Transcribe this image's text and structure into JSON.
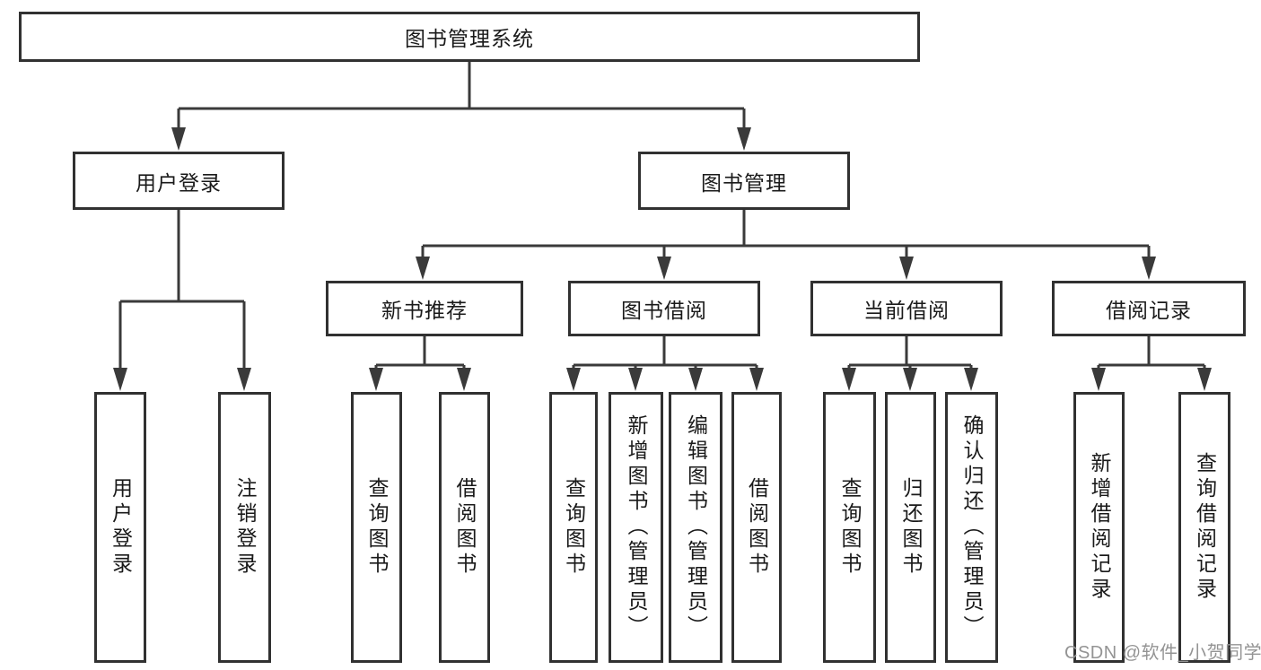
{
  "diagram": {
    "root": {
      "label": "图书管理系统"
    },
    "level2": [
      {
        "label": "用户登录"
      },
      {
        "label": "图书管理"
      }
    ],
    "level3": [
      {
        "label": "新书推荐",
        "parent": "图书管理"
      },
      {
        "label": "图书借阅",
        "parent": "图书管理"
      },
      {
        "label": "当前借阅",
        "parent": "图书管理"
      },
      {
        "label": "借阅记录",
        "parent": "图书管理"
      }
    ],
    "leaves": [
      {
        "label": "用户登录",
        "parent": "用户登录"
      },
      {
        "label": "注销登录",
        "parent": "用户登录"
      },
      {
        "label": "查询图书",
        "parent": "新书推荐"
      },
      {
        "label": "借阅图书",
        "parent": "新书推荐"
      },
      {
        "label": "查询图书",
        "parent": "图书借阅"
      },
      {
        "label": "新增图书（管理员）",
        "parent": "图书借阅"
      },
      {
        "label": "编辑图书（管理员）",
        "parent": "图书借阅"
      },
      {
        "label": "借阅图书",
        "parent": "图书借阅"
      },
      {
        "label": "查询图书",
        "parent": "当前借阅"
      },
      {
        "label": "归还图书",
        "parent": "当前借阅"
      },
      {
        "label": "确认归还（管理员）",
        "parent": "当前借阅"
      },
      {
        "label": "新增借阅记录",
        "parent": "借阅记录"
      },
      {
        "label": "查询借阅记录",
        "parent": "借阅记录"
      }
    ]
  },
  "watermark": {
    "text": "CSDN @软件_小贺同学"
  },
  "colors": {
    "line": "#3a3a3a",
    "box_border": "#313131",
    "text": "#1a1a1a",
    "background": "#ffffff",
    "watermark": "#949494"
  }
}
